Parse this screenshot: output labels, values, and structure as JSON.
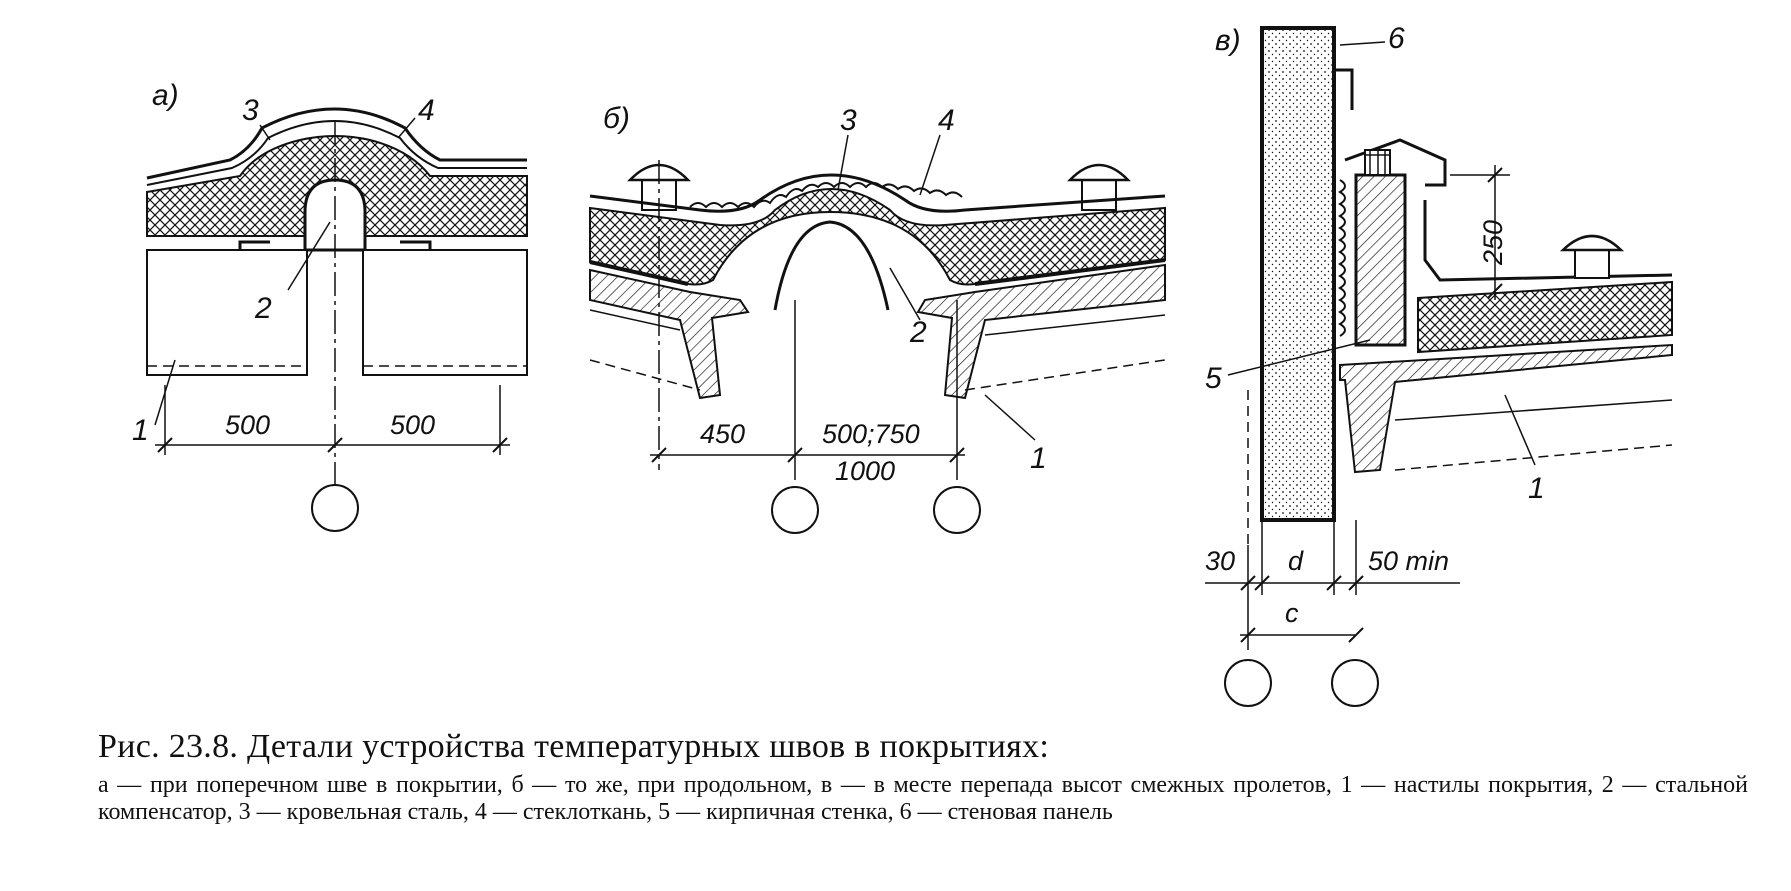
{
  "figure": {
    "title": "Рис. 23.8. Детали устройства температурных швов в покрытиях:",
    "legend_text": "а — при поперечном шве в покрытии, б — то же, при продольном, в — в месте перепада высот смежных пролетов, 1 — настилы покрытия, 2 — стальной компенсатор, 3 — кровельная сталь, 4 — стеклоткань, 5 — кирпичная стенка, 6 — стеновая панель"
  },
  "panels": {
    "a": {
      "tag": "а)",
      "labels": {
        "n1": "1",
        "n2": "2",
        "n3": "3",
        "n4": "4"
      },
      "dims": {
        "left": "500",
        "right": "500"
      }
    },
    "b": {
      "tag": "б)",
      "labels": {
        "n1": "1",
        "n2": "2",
        "n3": "3",
        "n4": "4"
      },
      "dims": {
        "left": "450",
        "mid": "500;750",
        "total": "1000"
      }
    },
    "v": {
      "tag": "в)",
      "labels": {
        "n1": "1",
        "n5": "5",
        "n6": "6"
      },
      "dims": {
        "h": "250",
        "left": "30",
        "mid": "d",
        "right": "50 min",
        "bottom": "c"
      }
    }
  },
  "colors": {
    "ink": "#111111",
    "paper": "#ffffff"
  }
}
